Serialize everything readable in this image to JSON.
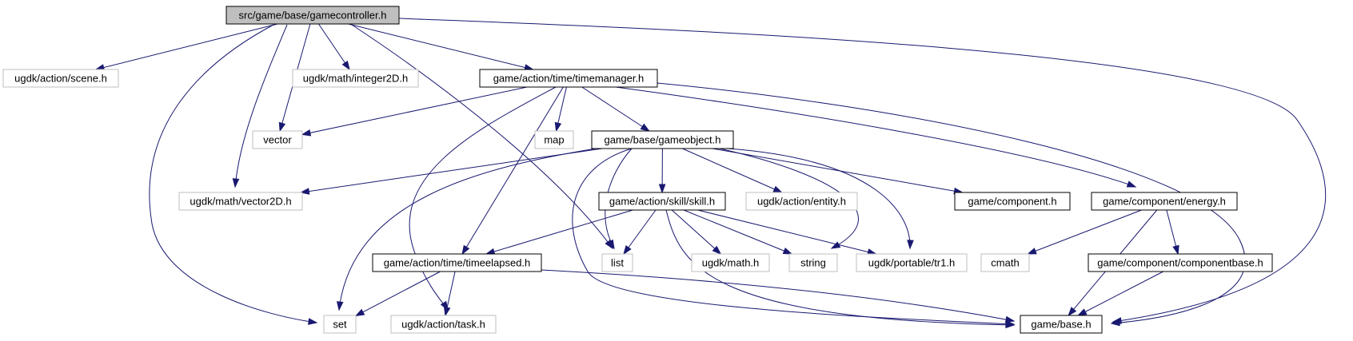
{
  "diagram": {
    "type": "include-dependency-graph",
    "colors": {
      "edge": "#191970",
      "root_fill": "#bfbfbf",
      "root_border": "#000000",
      "documented_border": "#000000",
      "external_border": "#bfbfbf",
      "text": "#000000",
      "background": "#ffffff"
    },
    "nodes": [
      {
        "id": "root",
        "label": "src/game/base/gamecontroller.h",
        "kind": "root"
      },
      {
        "id": "scene",
        "label": "ugdk/action/scene.h",
        "kind": "external"
      },
      {
        "id": "integer2d",
        "label": "ugdk/math/integer2D.h",
        "kind": "external"
      },
      {
        "id": "timemanager",
        "label": "game/action/time/timemanager.h",
        "kind": "documented"
      },
      {
        "id": "vector",
        "label": "vector",
        "kind": "external"
      },
      {
        "id": "map",
        "label": "map",
        "kind": "external"
      },
      {
        "id": "gameobject",
        "label": "game/base/gameobject.h",
        "kind": "documented"
      },
      {
        "id": "vector2d",
        "label": "ugdk/math/vector2D.h",
        "kind": "external"
      },
      {
        "id": "skill",
        "label": "game/action/skill/skill.h",
        "kind": "documented"
      },
      {
        "id": "entity",
        "label": "ugdk/action/entity.h",
        "kind": "external"
      },
      {
        "id": "component",
        "label": "game/component.h",
        "kind": "documented"
      },
      {
        "id": "energy",
        "label": "game/component/energy.h",
        "kind": "documented"
      },
      {
        "id": "timeelapsed",
        "label": "game/action/time/timeelapsed.h",
        "kind": "documented"
      },
      {
        "id": "list",
        "label": "list",
        "kind": "external"
      },
      {
        "id": "ugdkmath",
        "label": "ugdk/math.h",
        "kind": "external"
      },
      {
        "id": "string",
        "label": "string",
        "kind": "external"
      },
      {
        "id": "tr1",
        "label": "ugdk/portable/tr1.h",
        "kind": "external"
      },
      {
        "id": "cmath",
        "label": "cmath",
        "kind": "external"
      },
      {
        "id": "componentbase",
        "label": "game/component/componentbase.h",
        "kind": "documented"
      },
      {
        "id": "set",
        "label": "set",
        "kind": "external"
      },
      {
        "id": "task",
        "label": "ugdk/action/task.h",
        "kind": "external"
      },
      {
        "id": "base",
        "label": "game/base.h",
        "kind": "documented"
      }
    ],
    "edges": [
      {
        "from": "root",
        "to": "scene"
      },
      {
        "from": "root",
        "to": "integer2d"
      },
      {
        "from": "root",
        "to": "timemanager"
      },
      {
        "from": "root",
        "to": "vector"
      },
      {
        "from": "root",
        "to": "vector2d"
      },
      {
        "from": "root",
        "to": "set"
      },
      {
        "from": "root",
        "to": "list"
      },
      {
        "from": "root",
        "to": "base"
      },
      {
        "from": "timemanager",
        "to": "vector"
      },
      {
        "from": "timemanager",
        "to": "map"
      },
      {
        "from": "timemanager",
        "to": "gameobject"
      },
      {
        "from": "timemanager",
        "to": "energy"
      },
      {
        "from": "timemanager",
        "to": "timeelapsed"
      },
      {
        "from": "timemanager",
        "to": "task"
      },
      {
        "from": "timemanager",
        "to": "base"
      },
      {
        "from": "gameobject",
        "to": "vector2d"
      },
      {
        "from": "gameobject",
        "to": "skill"
      },
      {
        "from": "gameobject",
        "to": "entity"
      },
      {
        "from": "gameobject",
        "to": "component"
      },
      {
        "from": "gameobject",
        "to": "set"
      },
      {
        "from": "gameobject",
        "to": "list"
      },
      {
        "from": "gameobject",
        "to": "string"
      },
      {
        "from": "gameobject",
        "to": "tr1"
      },
      {
        "from": "gameobject",
        "to": "base"
      },
      {
        "from": "skill",
        "to": "timeelapsed"
      },
      {
        "from": "skill",
        "to": "list"
      },
      {
        "from": "skill",
        "to": "ugdkmath"
      },
      {
        "from": "skill",
        "to": "string"
      },
      {
        "from": "skill",
        "to": "tr1"
      },
      {
        "from": "skill",
        "to": "base"
      },
      {
        "from": "energy",
        "to": "cmath"
      },
      {
        "from": "energy",
        "to": "componentbase"
      },
      {
        "from": "energy",
        "to": "base"
      },
      {
        "from": "componentbase",
        "to": "base"
      },
      {
        "from": "timeelapsed",
        "to": "set"
      },
      {
        "from": "timeelapsed",
        "to": "task"
      },
      {
        "from": "timeelapsed",
        "to": "base"
      }
    ]
  }
}
